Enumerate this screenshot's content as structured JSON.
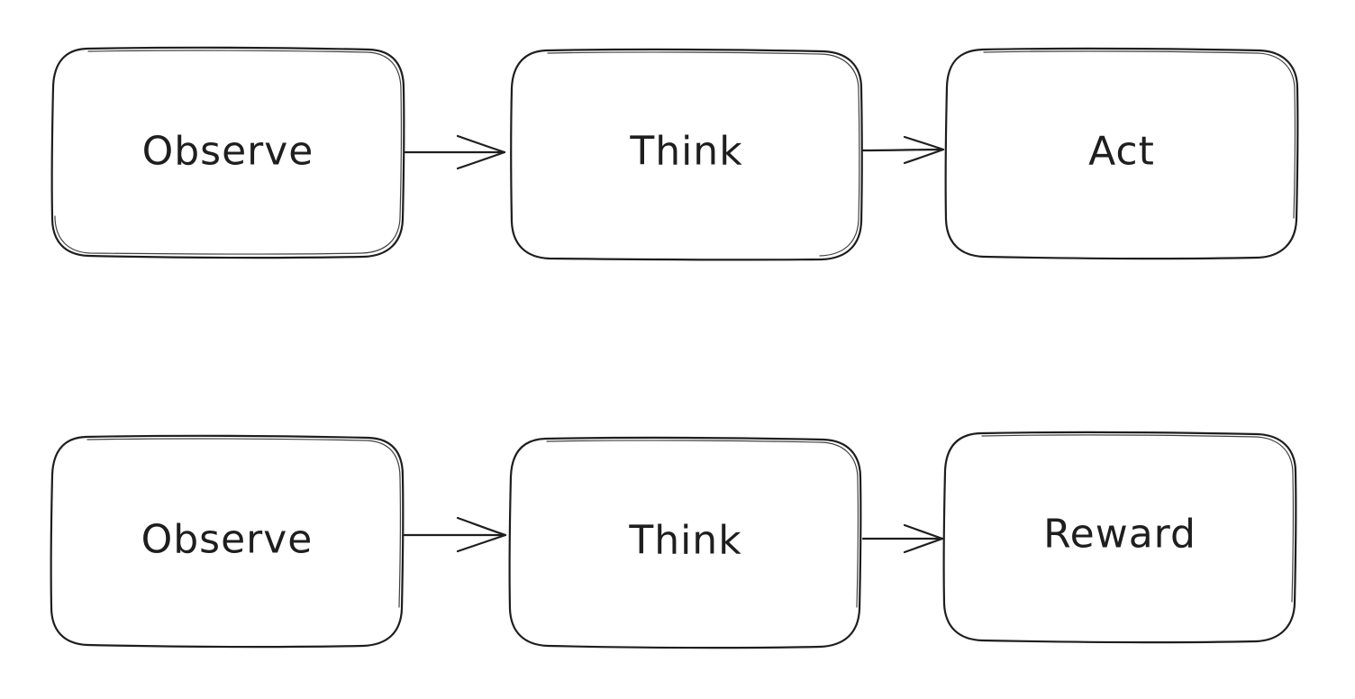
{
  "diagram": {
    "rows": [
      {
        "nodes": [
          {
            "id": "r1-observe",
            "label": "Observe"
          },
          {
            "id": "r1-think",
            "label": "Think"
          },
          {
            "id": "r1-act",
            "label": "Act"
          }
        ],
        "edges": [
          {
            "from": "r1-observe",
            "to": "r1-think"
          },
          {
            "from": "r1-think",
            "to": "r1-act"
          }
        ]
      },
      {
        "nodes": [
          {
            "id": "r2-observe",
            "label": "Observe"
          },
          {
            "id": "r2-think",
            "label": "Think"
          },
          {
            "id": "r2-reward",
            "label": "Reward"
          }
        ],
        "edges": [
          {
            "from": "r2-observe",
            "to": "r2-think"
          },
          {
            "from": "r2-think",
            "to": "r2-reward"
          }
        ]
      }
    ]
  }
}
